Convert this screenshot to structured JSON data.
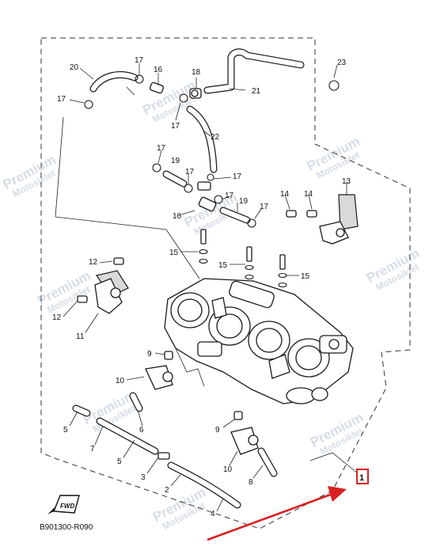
{
  "diagram": {
    "code": "B901300-R090",
    "fwd_label": "FWD",
    "watermark": {
      "line1": "Premium",
      "line2": "Motosiklet"
    },
    "highlight_color": "#d92020",
    "highlight_label": "1",
    "labels": {
      "l23": "23",
      "l21": "21",
      "l20": "20",
      "l17a": "17",
      "l16a": "16",
      "l18": "18",
      "l17b": "17",
      "l17c": "17",
      "l22": "22",
      "l17d": "17",
      "l19a": "19",
      "l17e": "17",
      "l17f": "17",
      "l16b": "16",
      "l17g": "17",
      "l19b": "19",
      "l17h": "17",
      "l13": "13",
      "l14a": "14",
      "l14b": "14",
      "l15a": "15",
      "l12a": "12",
      "l15b": "15",
      "l15c": "15",
      "l12b": "12",
      "l11": "11",
      "l9a": "9",
      "l10a": "10",
      "l5a": "5",
      "l6": "6",
      "l7": "7",
      "l5b": "5",
      "l3": "3",
      "l9b": "9",
      "l10b": "10",
      "l8": "8",
      "l2": "2",
      "l4": "4"
    }
  }
}
